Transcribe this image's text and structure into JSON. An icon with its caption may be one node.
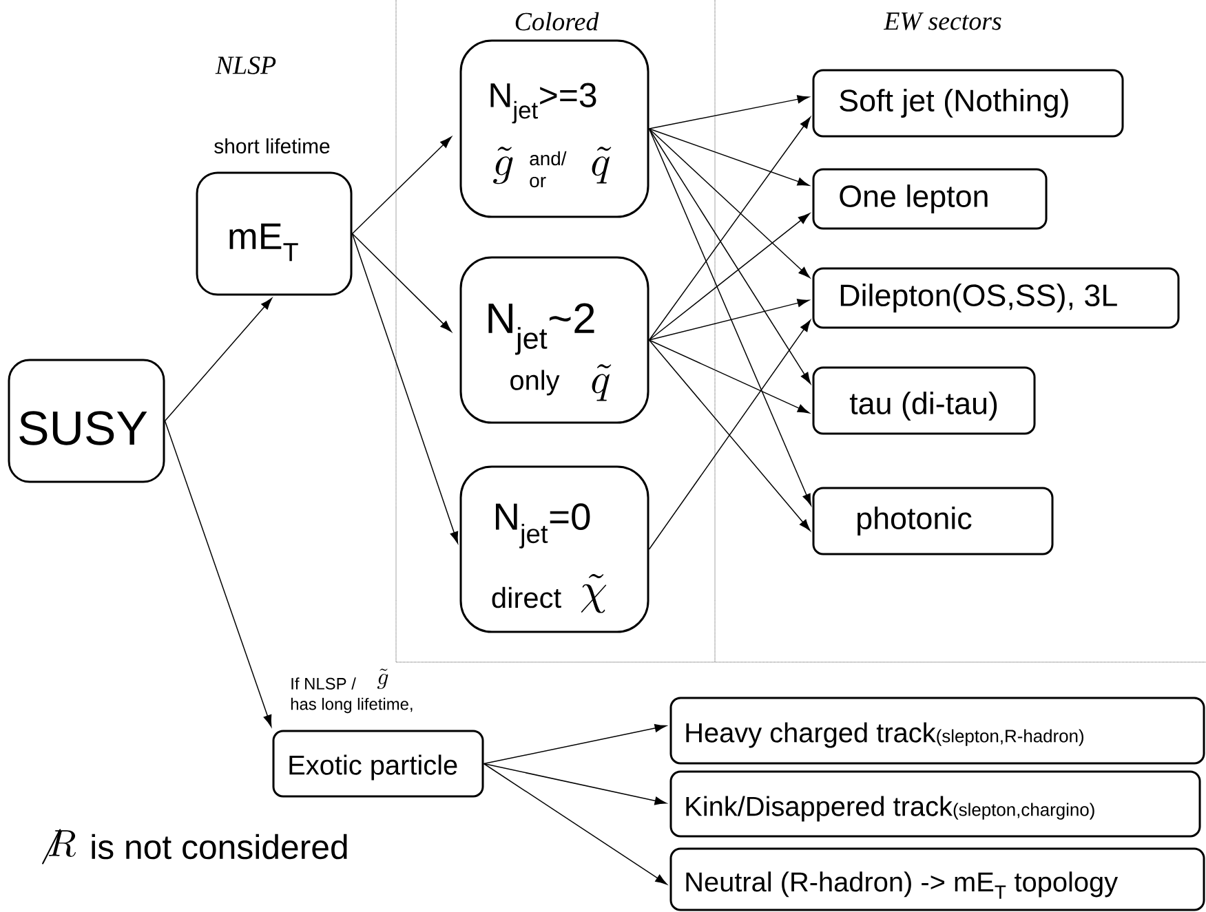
{
  "diagram": {
    "nodes": [
      {
        "text": [
          "SUSY"
        ]
      },
      {
        "text": [
          "mE$_{T}$"
        ],
        "beside": [
          "short lifetime"
        ]
      },
      {
        "text": [
          "N$_{jet}$>=3",
          "\\tilde{g}",
          "and/ or",
          "\\tilde{q}"
        ]
      },
      {
        "text": [
          "N$_{jet}$~2",
          "only",
          "\\tilde{q}"
        ]
      },
      {
        "text": [
          "N$_{jet}$=0",
          "direct",
          "\\tilde{\\chi}"
        ]
      },
      {
        "text": [
          "Soft jet (Nothing)"
        ]
      },
      {
        "text": [
          "One lepton"
        ]
      },
      {
        "text": [
          "Dilepton(OS,SS), 3L"
        ]
      },
      {
        "text": [
          "tau (di-tau)"
        ]
      },
      {
        "text": [
          "photonic"
        ]
      },
      {
        "text": [
          "Exotic particle"
        ],
        "beside": [
          "If NLSP /",
          "\\tilde{g}",
          "has long lifetime,"
        ]
      },
      {
        "text": [
          "Heavy charged track",
          "(slepton,R-hadron)"
        ]
      },
      {
        "text": [
          "Kink/Disappered track",
          "(slepton,chargino)"
        ]
      },
      {
        "text": [
          "Neutral (R-hadron) -> mE$_{T}$ topology"
        ]
      }
    ],
    "edges": [
      {
        "from": 0,
        "to": 1,
        "arrow": "to"
      },
      {
        "from": 0,
        "to": 10,
        "arrow": "to"
      },
      {
        "from": 1,
        "to": 2,
        "arrow": "to"
      },
      {
        "from": 1,
        "to": 3,
        "arrow": "to"
      },
      {
        "from": 1,
        "to": 4,
        "arrow": "to"
      },
      {
        "from": 2,
        "to": 5,
        "arrow": "to"
      },
      {
        "from": 2,
        "to": 6,
        "arrow": "to"
      },
      {
        "from": 2,
        "to": 7,
        "arrow": "to"
      },
      {
        "from": 2,
        "to": 8,
        "arrow": "to"
      },
      {
        "from": 2,
        "to": 9,
        "arrow": "to"
      },
      {
        "from": 3,
        "to": 5,
        "arrow": "to"
      },
      {
        "from": 3,
        "to": 6,
        "arrow": "to"
      },
      {
        "from": 3,
        "to": 7,
        "arrow": "to"
      },
      {
        "from": 3,
        "to": 8,
        "arrow": "to"
      },
      {
        "from": 3,
        "to": 9,
        "arrow": "to"
      },
      {
        "from": 4,
        "to": 7,
        "arrow": "to"
      },
      {
        "from": 10,
        "to": 11,
        "arrow": "to"
      },
      {
        "from": 10,
        "to": 12,
        "arrow": "to"
      },
      {
        "from": 10,
        "to": 13,
        "arrow": "to"
      }
    ],
    "labels": [
      "NLSP",
      "Colored",
      "EW sectors",
      "\\not R",
      "is not considered"
    ]
  }
}
